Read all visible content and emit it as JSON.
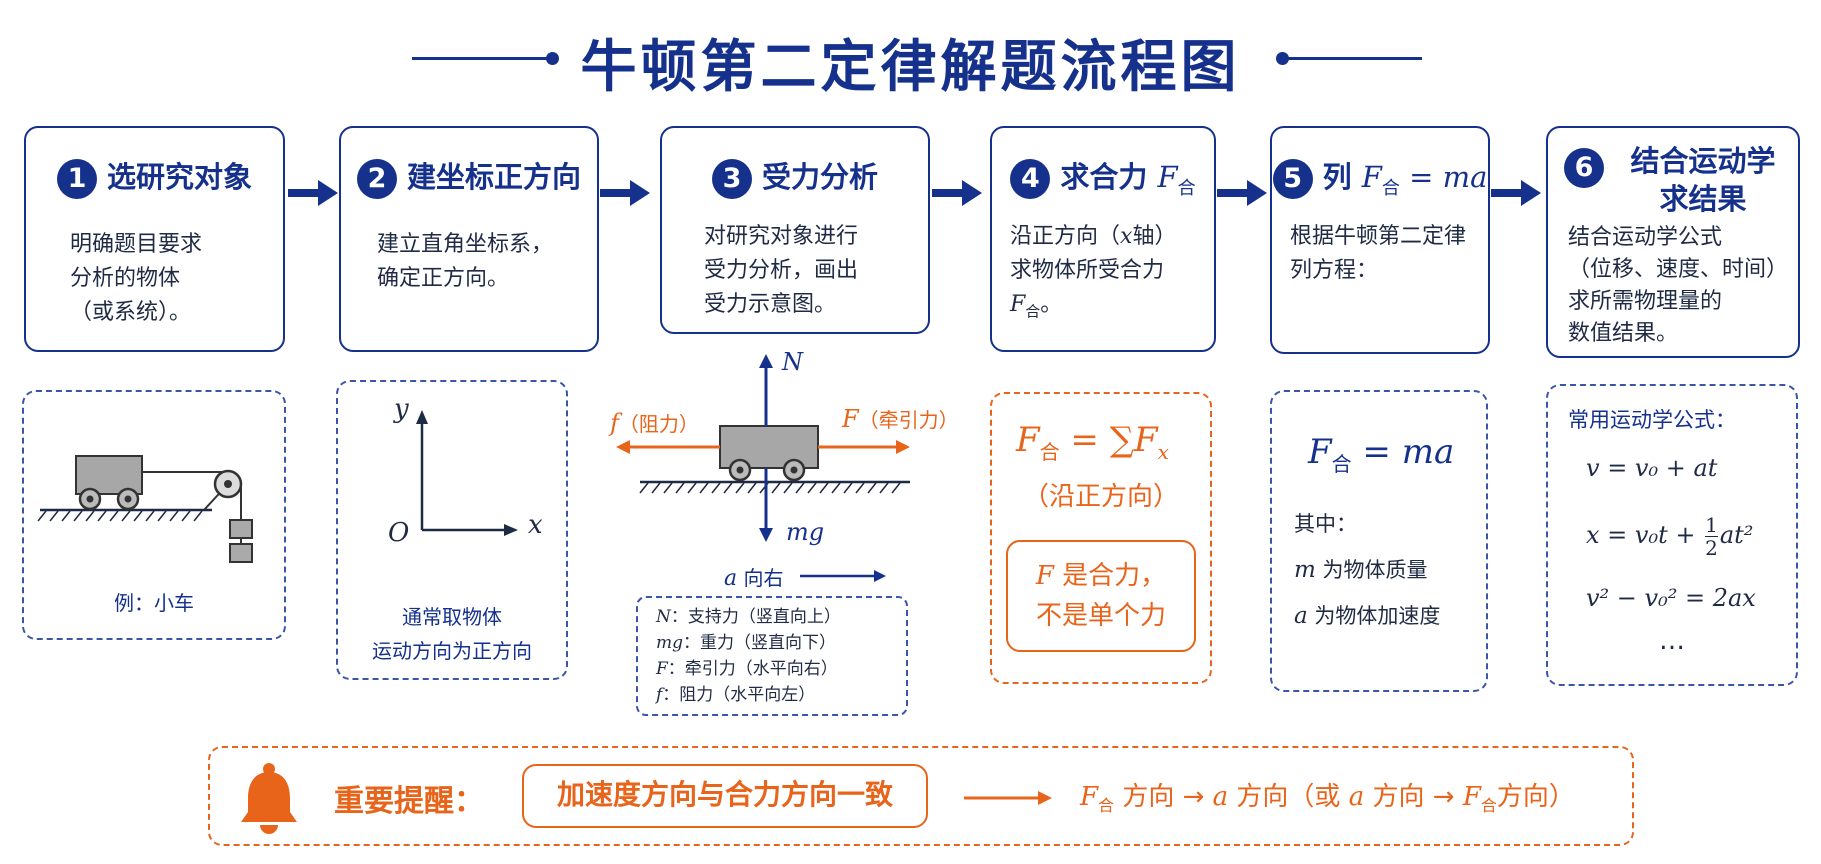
{
  "title": "牛顿第二定律解题流程图",
  "steps": [
    {
      "num": "1",
      "title": "选研究对象",
      "body": "明确题目要求\n分析的物体\n（或系统）。"
    },
    {
      "num": "2",
      "title": "建坐标正方向",
      "body": "建立直角坐标系，\n确定正方向。"
    },
    {
      "num": "3",
      "title": "受力分析",
      "body": "对研究对象进行\n受力分析，画出\n受力示意图。"
    },
    {
      "num": "4",
      "title": "求合力",
      "title_sym": "F",
      "title_sub": "合",
      "body_line1": "沿正方向（",
      "body_x": "x",
      "body_line1b": "轴）",
      "body_line2": "求物体所受合力",
      "body_F": "F",
      "body_sub": "合",
      "body_end": "。"
    },
    {
      "num": "5",
      "title": "列",
      "title_F": "F",
      "title_sub": "合",
      "title_eq": " = ma",
      "body": "根据牛顿第二定律\n列方程："
    },
    {
      "num": "6",
      "title": "结合运动学\n求结果",
      "body": "结合运动学公式\n（位移、速度、时间）\n求所需物理量的\n数值结果。"
    }
  ],
  "panel1": {
    "caption": "例：小车"
  },
  "panel2": {
    "caption": "通常取物体\n运动方向为正方向",
    "axis_y": "y",
    "axis_x": "x",
    "origin": "O"
  },
  "panel3": {
    "N": "N",
    "mg": "mg",
    "f": "f",
    "f_label": "（阻力）",
    "F": "F",
    "F_label": "（牵引力）",
    "a_sym": "a",
    "a_label": "向右",
    "legend": [
      {
        "sym": "N",
        "text": "：支持力（竖直向上）"
      },
      {
        "sym": "mg",
        "text": "：重力（竖直向下）"
      },
      {
        "sym": "F",
        "text": "：牵引力（水平向右）"
      },
      {
        "sym": "f",
        "text": "：阻力（水平向左）"
      }
    ]
  },
  "panel4": {
    "formula_F": "F",
    "formula_sub": "合",
    "formula_rest": "= ∑F",
    "formula_x": "x",
    "note": "（沿正方向）",
    "box_F": "F",
    "box_line1": " 是合力，",
    "box_line2": "不是单个力"
  },
  "panel5": {
    "F": "F",
    "sub": "合",
    "eq": " = ma",
    "intro": "其中：",
    "m_sym": "m",
    "m_text": " 为物体质量",
    "a_sym": "a",
    "a_text": " 为物体加速度"
  },
  "panel6": {
    "heading": "常用运动学公式：",
    "f1": "v = v₀ + at",
    "f2a": "x = v₀t + ",
    "f2num": "1",
    "f2den": "2",
    "f2b": "at²",
    "f3": "v² − v₀² = 2ax",
    "more": "…"
  },
  "reminder": {
    "label": "重要提醒：",
    "box": "加速度方向与合力方向一致",
    "p1F": "F",
    "p1sub": "合",
    "p1": " 方向 → ",
    "p2a": "a",
    "p2": " 方向（或 ",
    "p3a": "a",
    "p3": " 方向 → ",
    "p4F": "F",
    "p4sub": "合",
    "p4": "方向）"
  },
  "colors": {
    "navy": "#15318c",
    "orange": "#e8641b"
  }
}
